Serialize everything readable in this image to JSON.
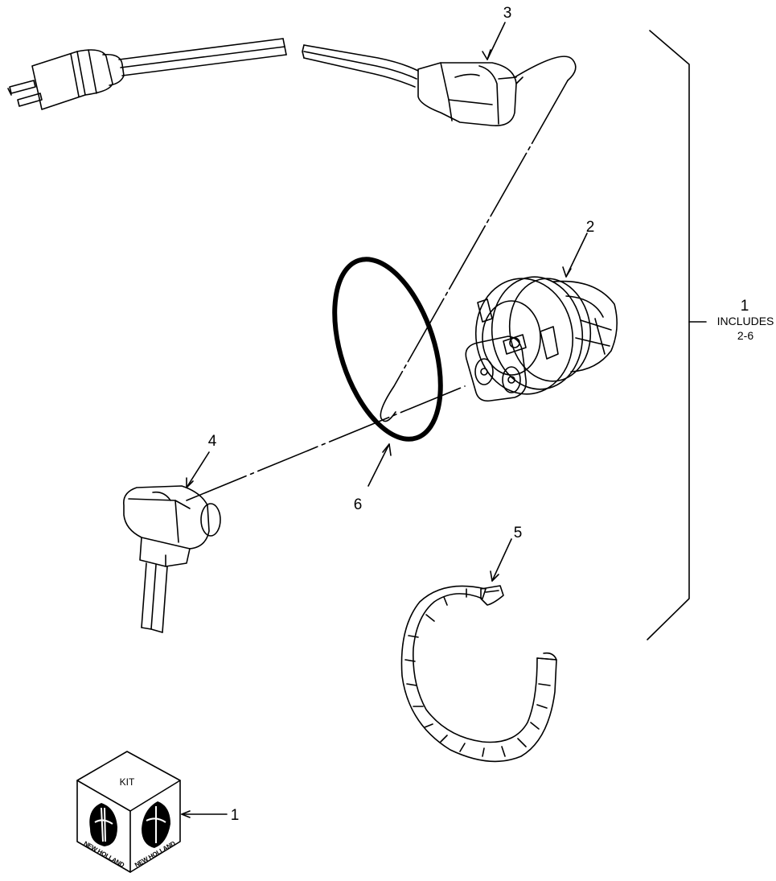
{
  "diagram": {
    "callouts": {
      "item1_bracket": "1",
      "item1_kit": "1",
      "item2": "2",
      "item3": "3",
      "item4": "4",
      "item5": "5",
      "item6": "6"
    },
    "bracket_note": {
      "line1": "INCLUDES",
      "line2": "2-6"
    },
    "kit_box": {
      "top_label": "KIT",
      "brand_left": "NEW HOLLAND",
      "brand_right": "NEW HOLLAND"
    }
  }
}
